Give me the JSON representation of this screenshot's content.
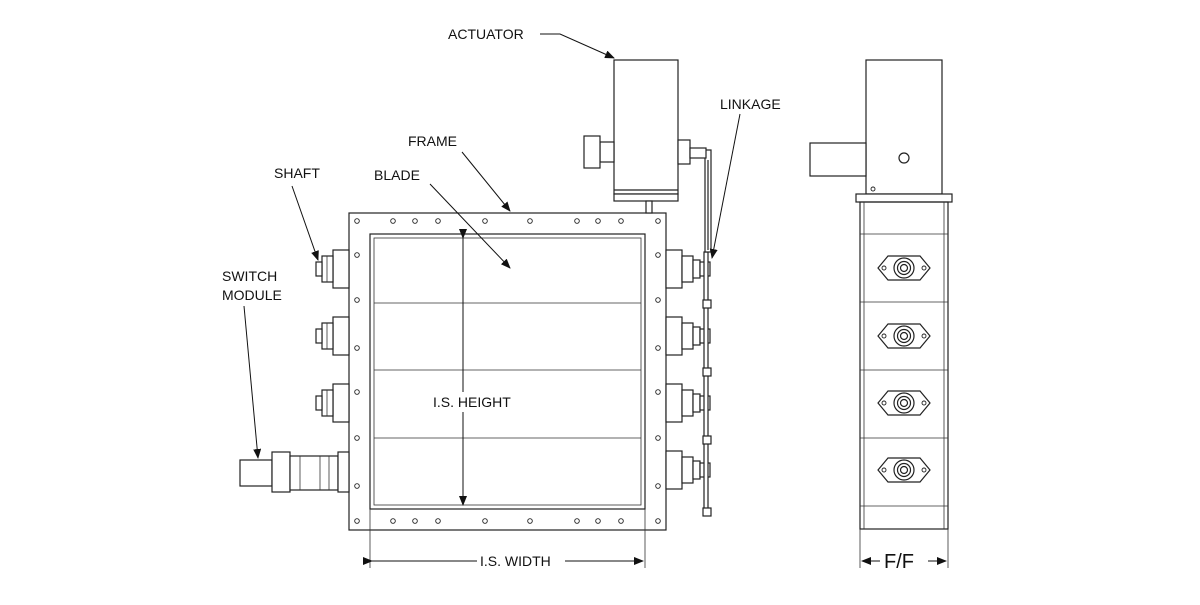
{
  "labels": {
    "actuator": "ACTUATOR",
    "linkage": "LINKAGE",
    "frame": "FRAME",
    "shaft": "SHAFT",
    "blade": "BLADE",
    "switch_module_line1": "SWITCH",
    "switch_module_line2": "MODULE",
    "is_height": "I.S. HEIGHT",
    "is_width": "I.S. WIDTH",
    "ff": "F/F"
  },
  "colors": {
    "line": "#222222",
    "background": "#ffffff"
  }
}
